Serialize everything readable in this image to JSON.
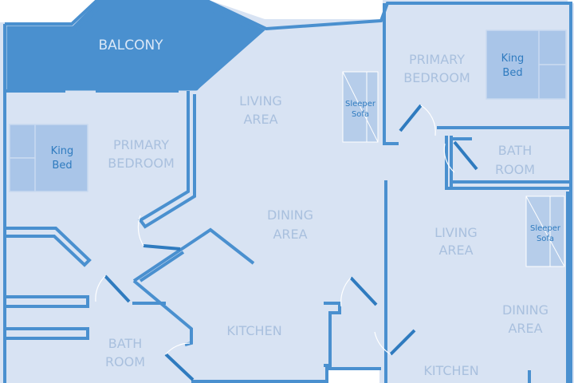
{
  "rooms": {
    "balcony": "BALCONY",
    "living_left_1": "LIVING",
    "living_left_2": "AREA",
    "primary_left_1": "PRIMARY",
    "primary_left_2": "BEDROOM",
    "dining_left_1": "DINING",
    "dining_left_2": "AREA",
    "kitchen_left": "KITCHEN",
    "bath_left_1": "BATH",
    "bath_left_2": "ROOM",
    "primary_right_1": "PRIMARY",
    "primary_right_2": "BEDROOM",
    "bath_right_1": "BATH",
    "bath_right_2": "ROOM",
    "living_right_1": "LIVING",
    "living_right_2": "AREA",
    "dining_right_1": "DINING",
    "dining_right_2": "AREA",
    "kitchen_right": "KITCHEN"
  },
  "furniture": {
    "bed_left_1": "King",
    "bed_left_2": "Bed",
    "bed_right_1": "King",
    "bed_right_2": "Bed",
    "sofa_left_1": "Sleeper",
    "sofa_left_2": "Sofa",
    "sofa_right_1": "Sleeper",
    "sofa_right_2": "Sofa"
  },
  "colors": {
    "floor": "#d8e3f3",
    "wall": "#4a90cf",
    "balcony": "#4a90cf",
    "label": "#a9c0de",
    "furniture_label": "#2f7bbf"
  }
}
